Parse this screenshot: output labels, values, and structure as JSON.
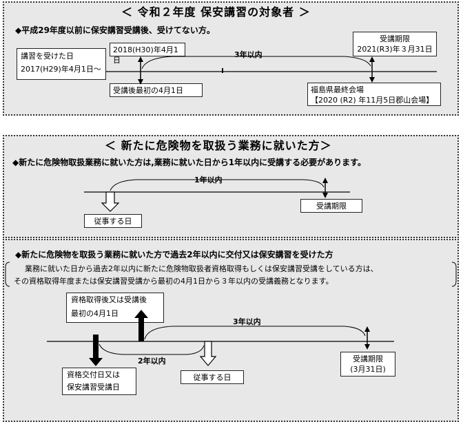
{
  "section1": {
    "title": "＜ 令和２年度 保安講習の対象者 ＞",
    "subtitle": "◆平成29年度以前に保安講習受講後、受けてない方。",
    "course_taken_label": "講習を受けた日",
    "course_taken_date": "2017(H29)年4月1日～",
    "first_april_date": "2018(H30)年4月1日",
    "first_april_label": "受講後最初の4月1日",
    "span_label": "3年以内",
    "deadline_label": "受講期限",
    "deadline_date": "2021(R3)年３月31日",
    "venue_name": "福島県最終会場",
    "venue_date": "【2020 (R2) 年11月5日郡山会場】"
  },
  "section2": {
    "title": "＜ 新たに危険物を取扱う業務に就いた方＞",
    "subtitle": "◆新たに危険物取扱業務に就いた方は,業務に就いた日から1年以内に受講する必要があります。",
    "span_label": "1年以内",
    "start_label": "従事する日",
    "deadline_label": "受講期限"
  },
  "section3": {
    "subtitle": "◆新たに危険物を取扱う業務に就いた方で過去2年以内に交付又は保安講習を受けた方",
    "note_line1": "業務に就いた日から過去2年以内に新たに危険物取扱者資格取得もしくは保安講習受講をしている方は、",
    "note_line2": "その資格取得年度または保安講習受講から最初の4月1日から３年以内の受講義務となります。",
    "first_april_line1": "資格取得後又は受講後",
    "first_april_line2": "最初の4月1日",
    "span3_label": "3年以内",
    "span2_label": "2年以内",
    "issue_line1": "資格交付日又は",
    "issue_line2": "保安講習受講日",
    "start_label": "従事する日",
    "deadline_line1": "受講期限",
    "deadline_line2": "(3月31日)"
  }
}
